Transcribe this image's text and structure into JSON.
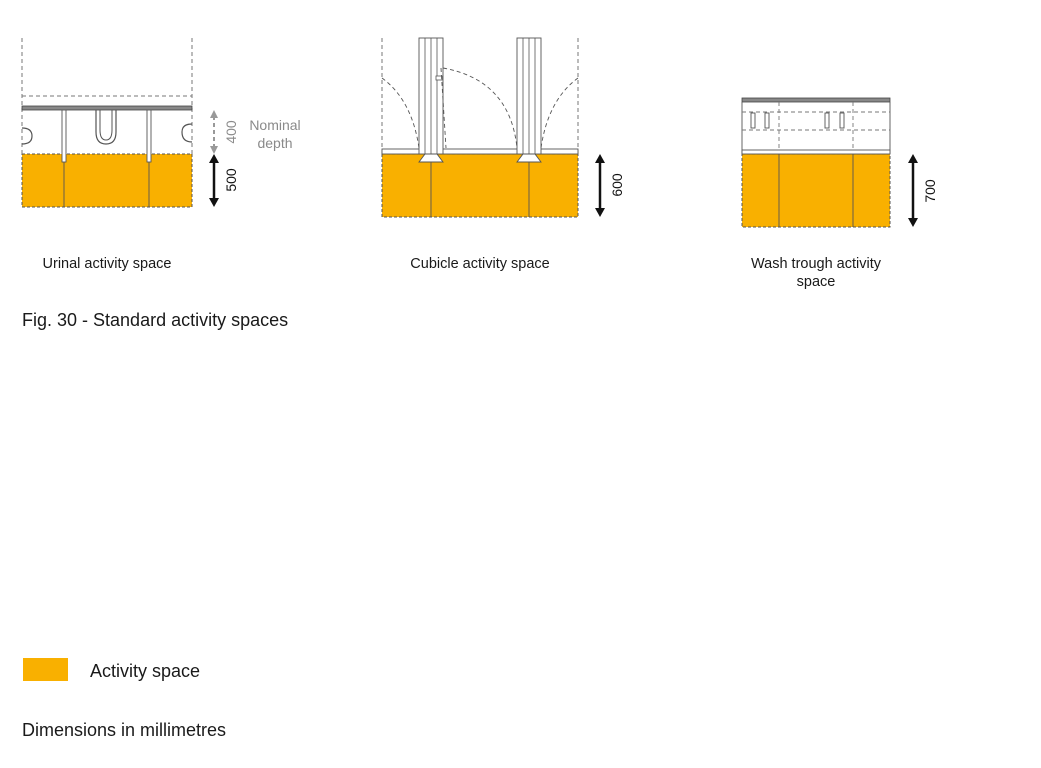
{
  "colors": {
    "activity": "#F9B000",
    "line": "#555555",
    "muted": "#8a8a8a"
  },
  "urinal": {
    "dim_nominal": "400",
    "nominal_label_1": "Nominal",
    "nominal_label_2": "depth",
    "dim_activity": "500",
    "caption": "Urinal activity space"
  },
  "cubicle": {
    "dim_activity": "600",
    "caption": "Cubicle activity space"
  },
  "trough": {
    "dim_activity": "700",
    "caption": "Wash trough activity space"
  },
  "figure_title": "Fig. 30 - Standard activity spaces",
  "legend": {
    "label": "Activity space"
  },
  "units_note": "Dimensions in millimetres"
}
